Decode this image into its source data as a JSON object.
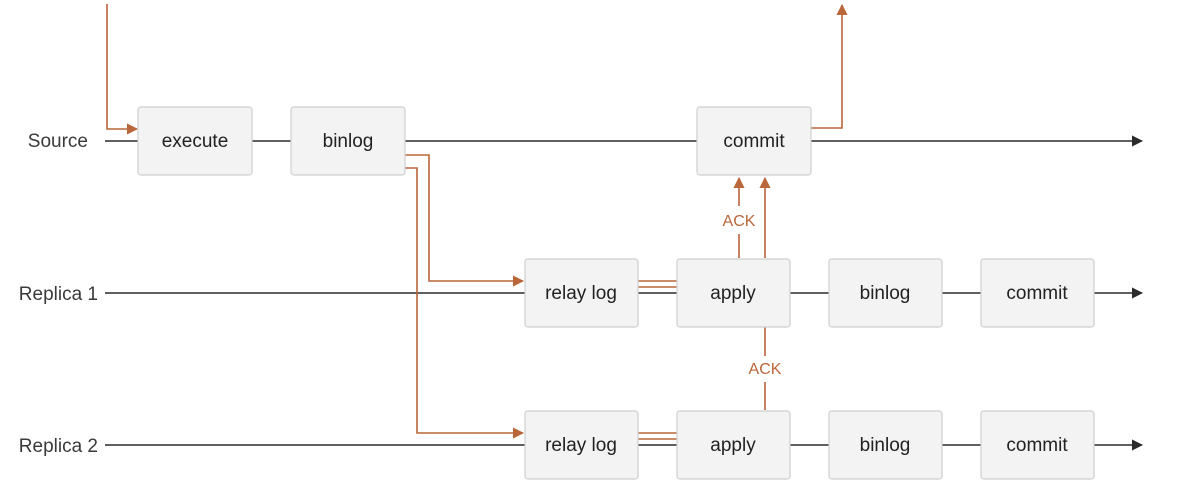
{
  "colors": {
    "lane_line": "#2b2b2b",
    "flow": "#b8663a",
    "box_fill": "#f3f3f3",
    "box_stroke": "#cfcfcf"
  },
  "lanes": {
    "source": {
      "label": "Source"
    },
    "replica1": {
      "label": "Replica 1"
    },
    "replica2": {
      "label": "Replica 2"
    }
  },
  "boxes": {
    "source_execute": {
      "label": "execute"
    },
    "source_binlog": {
      "label": "binlog"
    },
    "source_commit": {
      "label": "commit"
    },
    "r1_relay_log": {
      "label": "relay log"
    },
    "r1_apply": {
      "label": "apply"
    },
    "r1_binlog": {
      "label": "binlog"
    },
    "r1_commit": {
      "label": "commit"
    },
    "r2_relay_log": {
      "label": "relay log"
    },
    "r2_apply": {
      "label": "apply"
    },
    "r2_binlog": {
      "label": "binlog"
    },
    "r2_commit": {
      "label": "commit"
    }
  },
  "acks": {
    "ack1": {
      "label": "ACK"
    },
    "ack2": {
      "label": "ACK"
    }
  }
}
